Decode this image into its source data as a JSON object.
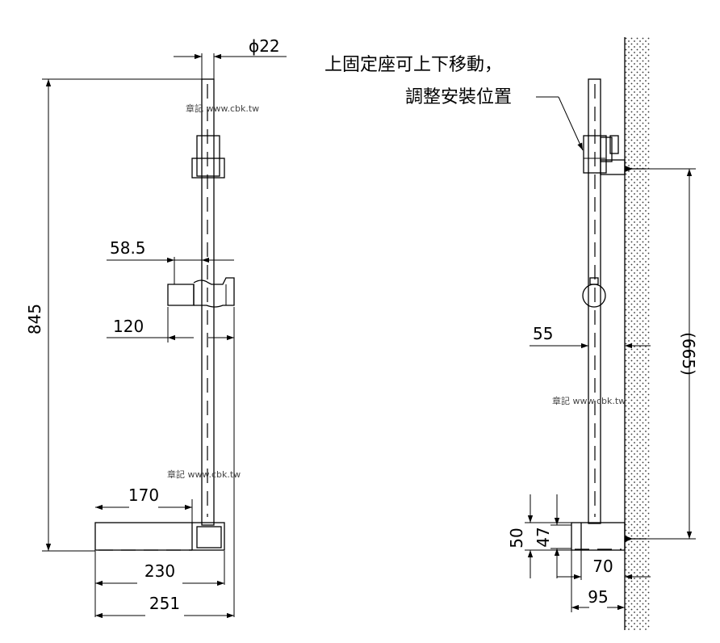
{
  "dimensions": {
    "pipe_diameter": "ϕ22",
    "total_height": "845",
    "holder_offset": "58.5",
    "holder_projection": "120",
    "shelf_inner": "170",
    "shelf_width": "230",
    "overall_width": "251",
    "wall_offset": "55",
    "mount_spacing": "(665)",
    "base_height_outer": "50",
    "base_height_inner": "47",
    "base_depth": "70",
    "overall_depth": "95"
  },
  "annotation": {
    "line1": "上固定座可上下移動，",
    "line2": "調整安裝位置"
  },
  "watermarks": [
    "章記 www.cbk.tw",
    "章記 www.cbk.tw",
    "章記 www.cbk.tw"
  ]
}
